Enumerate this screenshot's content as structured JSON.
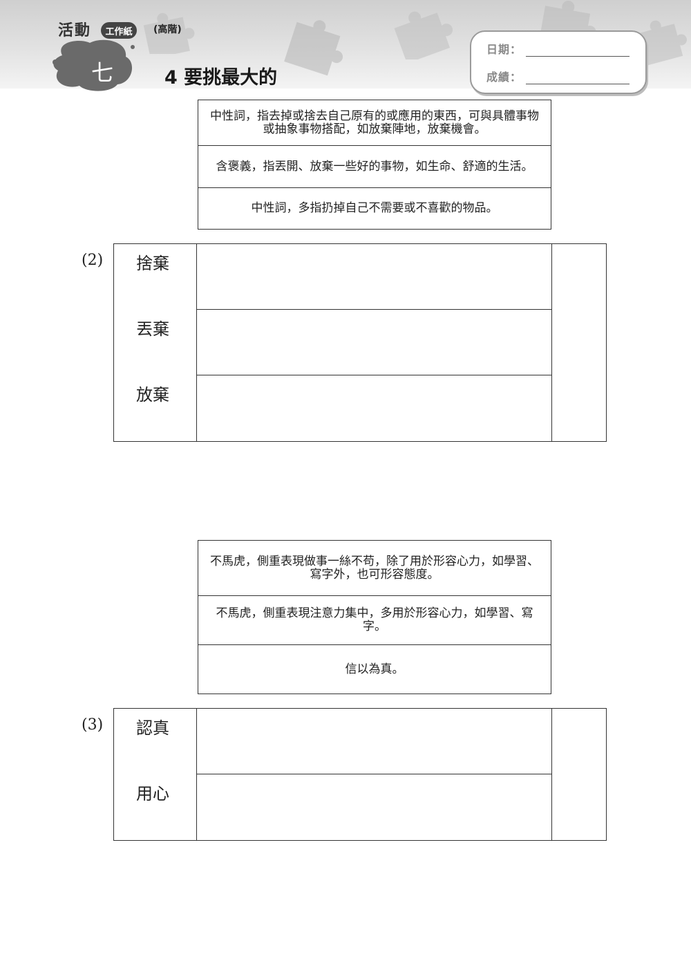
{
  "header": {
    "activity_label": "活動",
    "activity_badge": "工作紙",
    "level": "(高階)",
    "chapter_number": "七",
    "lesson_title": "4 要挑最大的",
    "date_label": "日期：",
    "score_label": "成績："
  },
  "section2": {
    "definitions": [
      "中性詞，指去掉或捨去自己原有的或應用的東西，可與具體事物或抽象事物搭配，如放棄陣地，放棄機會。",
      "含褒義，指丟開、放棄一些好的事物，如生命、舒適的生活。",
      "中性詞，多指扔掉自己不需要或不喜歡的物品。"
    ],
    "number": "(2)",
    "words": [
      "捨棄",
      "丟棄",
      "放棄"
    ]
  },
  "section3": {
    "definitions": [
      "不馬虎，側重表現做事一絲不苟，除了用於形容心力，如學習、寫字外，也可形容態度。",
      "不馬虎，側重表現注意力集中，多用於形容心力，如學習、寫字。",
      "信以為真。"
    ],
    "number": "(3)",
    "words": [
      "認真",
      "用心"
    ]
  }
}
